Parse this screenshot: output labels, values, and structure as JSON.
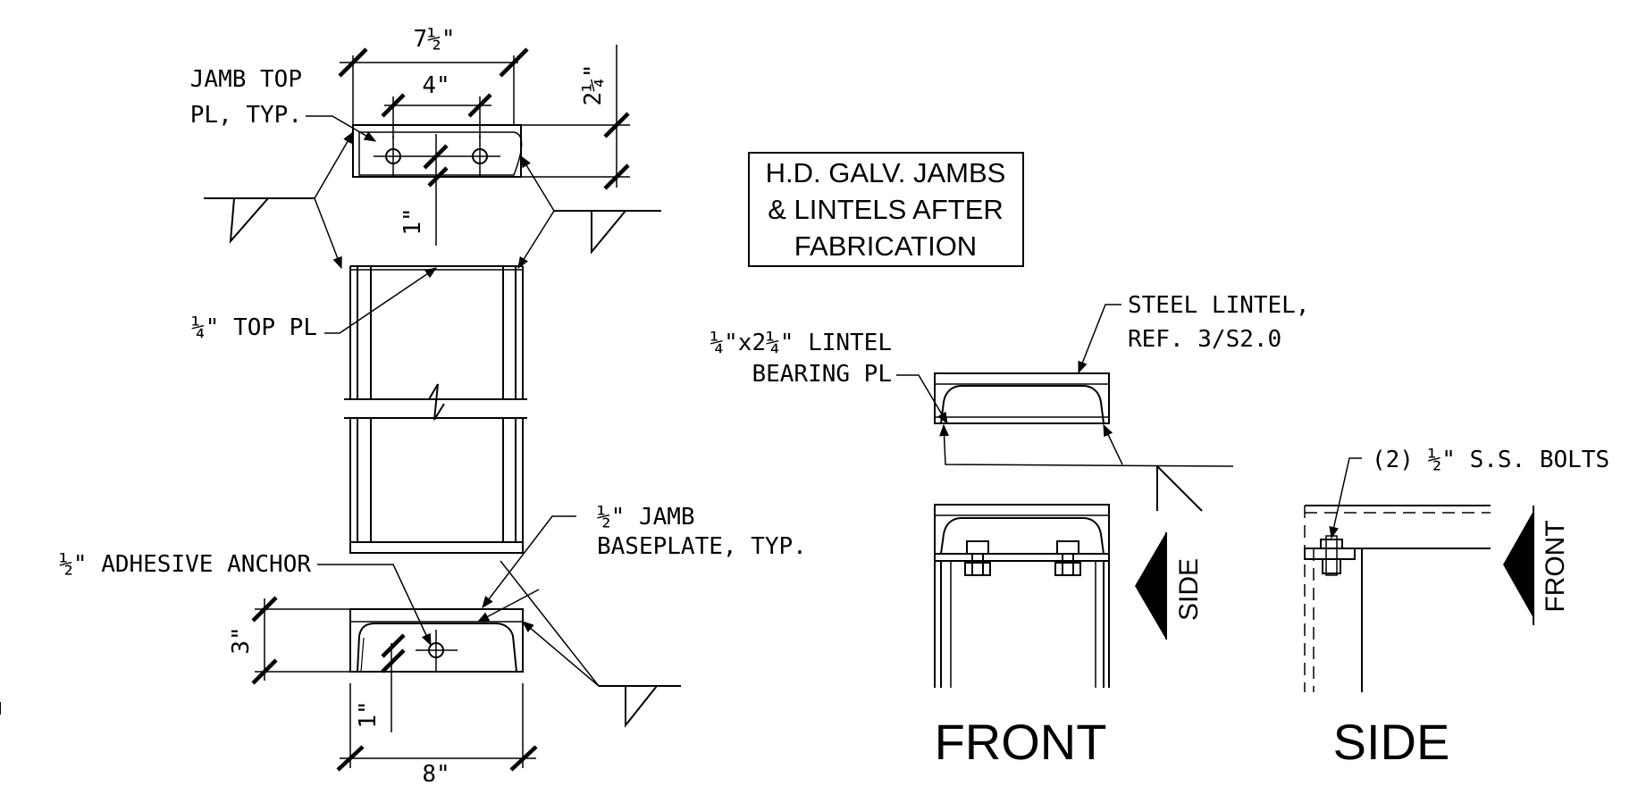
{
  "note_box": {
    "line1": "H.D. GALV. JAMBS",
    "line2": "& LINTELS AFTER",
    "line3": "FABRICATION"
  },
  "labels": {
    "jamb_top_pl_1": "JAMB TOP",
    "jamb_top_pl_2": "PL, TYP.",
    "top_pl": "¼\" TOP PL",
    "baseplate_1": "½\" JAMB",
    "baseplate_2": "BASEPLATE, TYP.",
    "adhesive_anchor": "½\" ADHESIVE ANCHOR",
    "steel_lintel_1": "STEEL LINTEL,",
    "steel_lintel_2": "REF. 3/S2.0",
    "bearing_pl_1": "¼\"x2¼\" LINTEL",
    "bearing_pl_2": "BEARING PL",
    "bolts": "(2) ½\" S.S. BOLTS"
  },
  "dimensions": {
    "top_width": "7½\"",
    "bolt_spacing": "4\"",
    "top_height": "2¼\"",
    "top_edge": "1\"",
    "base_height": "3\"",
    "base_edge": "1\"",
    "base_width": "8\""
  },
  "view_arrows": {
    "side": "SIDE",
    "front": "FRONT"
  },
  "view_titles": {
    "front": "FRONT",
    "side": "SIDE"
  }
}
